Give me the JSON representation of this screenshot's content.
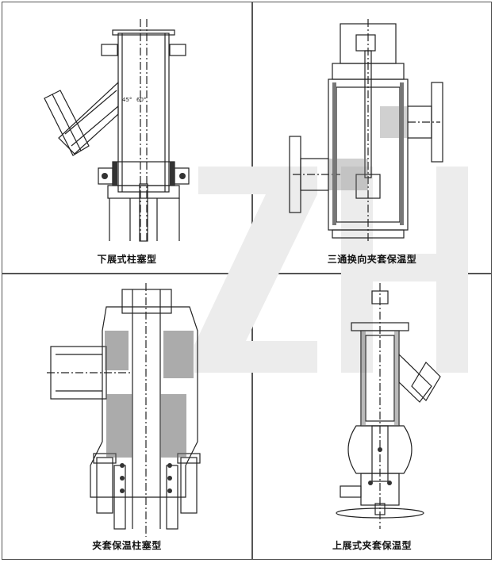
{
  "panels": [
    {
      "caption": "下展式柱塞型"
    },
    {
      "caption": "三通换向夹套保温型"
    },
    {
      "caption": "夹套保温柱塞型"
    },
    {
      "caption": "上展式夹套保温型"
    }
  ],
  "annotations": {
    "angle_45": "45°",
    "angle_60": "60°"
  },
  "colors": {
    "line": "#222222",
    "hatch": "#555555",
    "watermark": "#e6e6e6"
  }
}
